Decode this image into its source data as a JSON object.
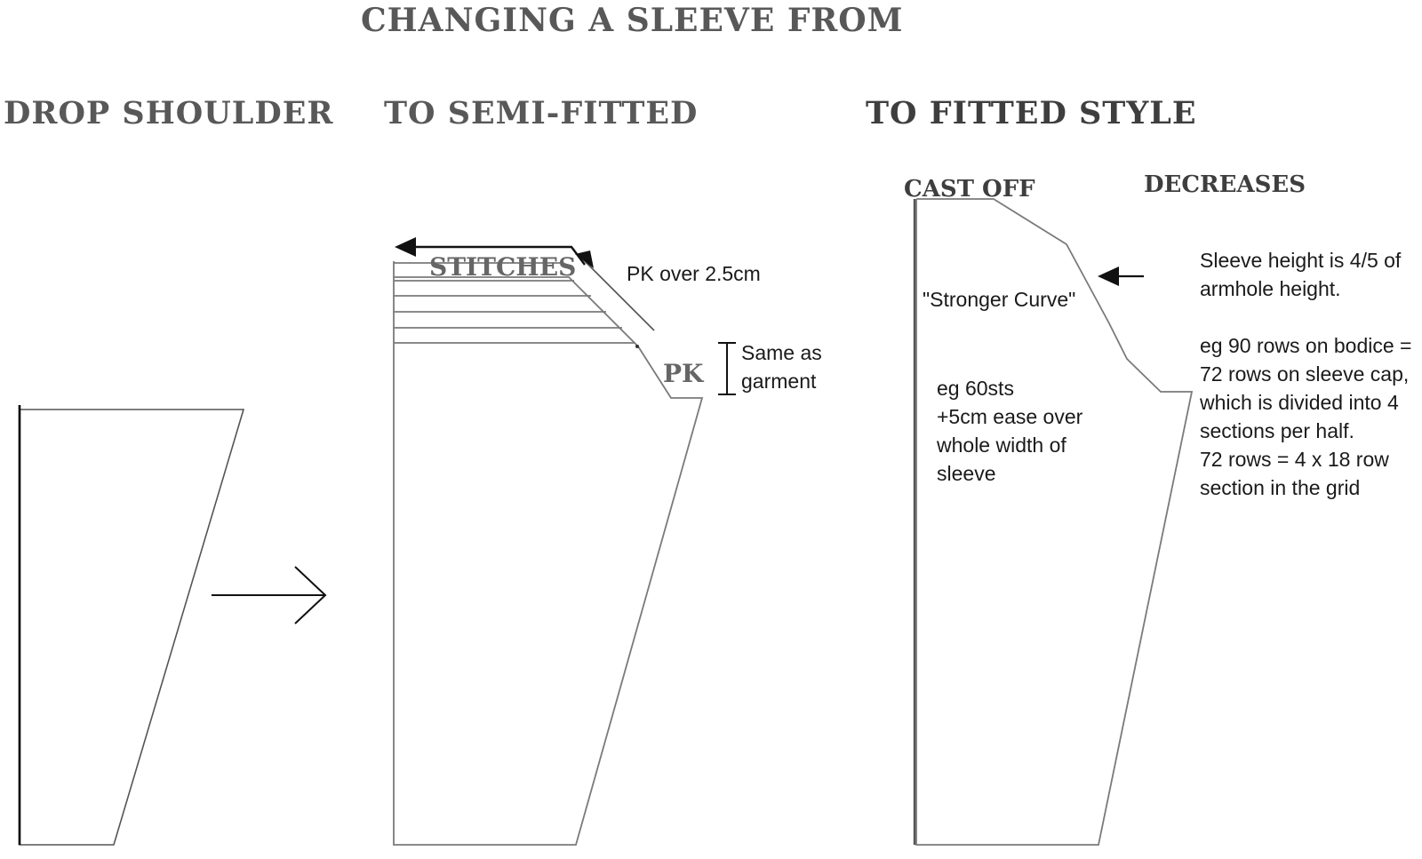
{
  "title": "CHANGING A SLEEVE  FROM",
  "stages": {
    "drop_shoulder": "DROP SHOULDER",
    "semi_fitted": "TO SEMI-FITTED",
    "fitted": "TO FITTED STYLE"
  },
  "semi_fitted": {
    "stitches_label": "STITCHES",
    "pk_label": "PK",
    "pk_note": "PK over 2.5cm",
    "same_as_garment": [
      "Same as",
      "garment"
    ]
  },
  "fitted": {
    "cast_off_label": "CAST OFF",
    "decreases_label": "DECREASES",
    "curve_note": "\"Stronger Curve\"",
    "ease_note": [
      "eg 60sts",
      "+5cm ease over",
      "whole width of",
      "sleeve"
    ],
    "height_note": [
      "Sleeve height is 4/5 of",
      "armhole height."
    ],
    "rows_note": [
      "eg 90 rows on bodice =",
      "72 rows on sleeve cap,",
      "which is divided into 4",
      "sections per half.",
      "72 rows = 4 x 18 row",
      "section in the grid"
    ]
  },
  "colors": {
    "outline": "#7a7a7a",
    "heading_text": "#585858",
    "note_text": "#1a1a1a"
  }
}
